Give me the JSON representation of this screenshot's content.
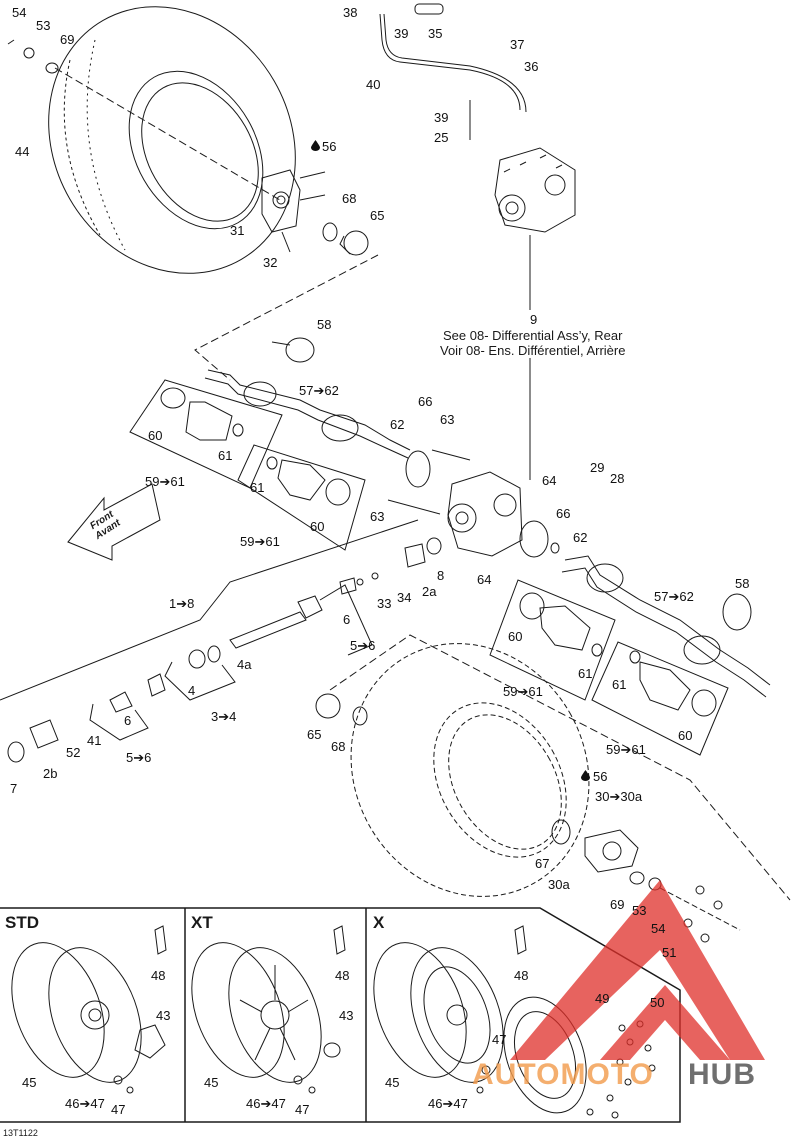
{
  "labels": [
    {
      "id": "54-top",
      "text": "54"
    },
    {
      "id": "53-top",
      "text": "53"
    },
    {
      "id": "69-top",
      "text": "69"
    },
    {
      "id": "44",
      "text": "44"
    },
    {
      "id": "56-top",
      "text": "56"
    },
    {
      "id": "31",
      "text": "31"
    },
    {
      "id": "68-top",
      "text": "68"
    },
    {
      "id": "65-top",
      "text": "65"
    },
    {
      "id": "32",
      "text": "32"
    },
    {
      "id": "38",
      "text": "38"
    },
    {
      "id": "39-top",
      "text": "39"
    },
    {
      "id": "35",
      "text": "35"
    },
    {
      "id": "37",
      "text": "37"
    },
    {
      "id": "36",
      "text": "36"
    },
    {
      "id": "40",
      "text": "40"
    },
    {
      "id": "39-mid",
      "text": "39"
    },
    {
      "id": "25",
      "text": "25"
    },
    {
      "id": "9",
      "text": "9"
    },
    {
      "id": "58-left",
      "text": "58"
    },
    {
      "id": "57-62-left",
      "text": "57➔62"
    },
    {
      "id": "66-left",
      "text": "66"
    },
    {
      "id": "63-top",
      "text": "63"
    },
    {
      "id": "62-left",
      "text": "62"
    },
    {
      "id": "60-left",
      "text": "60"
    },
    {
      "id": "61-left",
      "text": "61"
    },
    {
      "id": "59-61-left",
      "text": "59➔61"
    },
    {
      "id": "61-left2",
      "text": "61"
    },
    {
      "id": "60-left2",
      "text": "60"
    },
    {
      "id": "59-61-left2",
      "text": "59➔61"
    },
    {
      "id": "64-top",
      "text": "64"
    },
    {
      "id": "29",
      "text": "29"
    },
    {
      "id": "28",
      "text": "28"
    },
    {
      "id": "63-bot",
      "text": "63"
    },
    {
      "id": "66-right",
      "text": "66"
    },
    {
      "id": "62-right",
      "text": "62"
    },
    {
      "id": "64-bot",
      "text": "64"
    },
    {
      "id": "8",
      "text": "8"
    },
    {
      "id": "2a",
      "text": "2a"
    },
    {
      "id": "34",
      "text": "34"
    },
    {
      "id": "33",
      "text": "33"
    },
    {
      "id": "6-a",
      "text": "6"
    },
    {
      "id": "5-6-a",
      "text": "5➔6"
    },
    {
      "id": "1-8",
      "text": "1➔8"
    },
    {
      "id": "4a",
      "text": "4a"
    },
    {
      "id": "4",
      "text": "4"
    },
    {
      "id": "3-4",
      "text": "3➔4"
    },
    {
      "id": "6-b",
      "text": "6"
    },
    {
      "id": "5-6-b",
      "text": "5➔6"
    },
    {
      "id": "41",
      "text": "41"
    },
    {
      "id": "52",
      "text": "52"
    },
    {
      "id": "2b",
      "text": "2b"
    },
    {
      "id": "7",
      "text": "7"
    },
    {
      "id": "58-right",
      "text": "58"
    },
    {
      "id": "57-62-right",
      "text": "57➔62"
    },
    {
      "id": "60-right",
      "text": "60"
    },
    {
      "id": "61-right",
      "text": "61"
    },
    {
      "id": "59-61-right",
      "text": "59➔61"
    },
    {
      "id": "61-right2",
      "text": "61"
    },
    {
      "id": "60-right2",
      "text": "60"
    },
    {
      "id": "59-61-right2",
      "text": "59➔61"
    },
    {
      "id": "65-bot",
      "text": "65"
    },
    {
      "id": "68-bot",
      "text": "68"
    },
    {
      "id": "56-bot",
      "text": "56"
    },
    {
      "id": "30-30a",
      "text": "30➔30a"
    },
    {
      "id": "67",
      "text": "67"
    },
    {
      "id": "30a",
      "text": "30a"
    },
    {
      "id": "69-bot",
      "text": "69"
    },
    {
      "id": "53-bot",
      "text": "53"
    },
    {
      "id": "54-bot",
      "text": "54"
    },
    {
      "id": "51",
      "text": "51"
    },
    {
      "id": "48-std",
      "text": "48"
    },
    {
      "id": "43-std",
      "text": "43"
    },
    {
      "id": "45-std",
      "text": "45"
    },
    {
      "id": "46-47-std",
      "text": "46➔47"
    },
    {
      "id": "47-std",
      "text": "47"
    },
    {
      "id": "48-xt",
      "text": "48"
    },
    {
      "id": "43-xt",
      "text": "43"
    },
    {
      "id": "45-xt",
      "text": "45"
    },
    {
      "id": "46-47-xt",
      "text": "46➔47"
    },
    {
      "id": "47-xt",
      "text": "47"
    },
    {
      "id": "48-x",
      "text": "48"
    },
    {
      "id": "49",
      "text": "49"
    },
    {
      "id": "50",
      "text": "50"
    },
    {
      "id": "45-x",
      "text": "45"
    },
    {
      "id": "47-x",
      "text": "47"
    },
    {
      "id": "46-47-x",
      "text": "46➔47"
    }
  ],
  "differential_note": {
    "line1": "See 08- Differential Ass’y, Rear",
    "line2": "Voir 08- Ens. Différentiel, Arrière"
  },
  "front_arrow": {
    "line1": "Front",
    "line2": "Avant"
  },
  "variants": {
    "std": "STD",
    "xt": "XT",
    "x": "X"
  },
  "doc_id": "13T1122",
  "watermark": {
    "part1": "AUTOMOTO",
    "part2": "HUB"
  },
  "colors": {
    "line": "#1a1a1a",
    "watermark_red": "#e0302a",
    "watermark_orange": "#f29a4a",
    "watermark_gray": "#575757"
  }
}
